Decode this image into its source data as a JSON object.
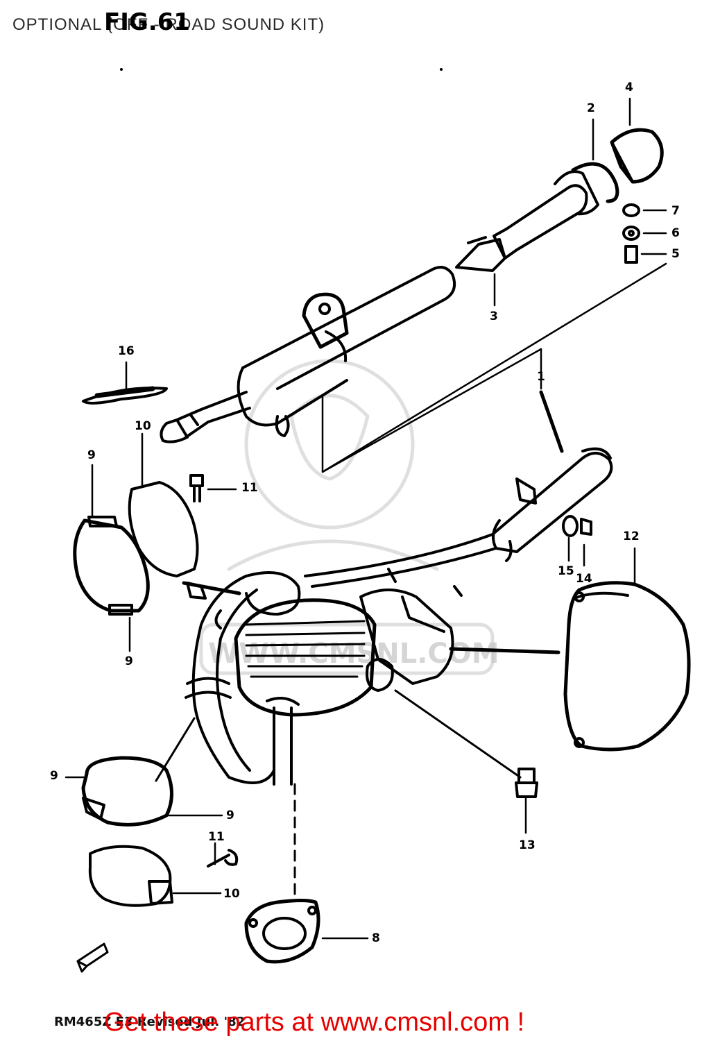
{
  "header": {
    "title": "FIG.61",
    "subtitle": "OPTIONAL (OFF - ROAD SOUND KIT)"
  },
  "callouts": {
    "c1": "1",
    "c2": "2",
    "c3": "3",
    "c4": "4",
    "c5": "5",
    "c6": "6",
    "c7": "7",
    "c8": "8",
    "c9a": "9",
    "c9b": "9",
    "c9c": "9",
    "c9d": "9",
    "c10a": "10",
    "c10b": "10",
    "c11a": "11",
    "c11b": "11",
    "c12": "12",
    "c13": "13",
    "c14": "14",
    "c15": "15",
    "c16": "16"
  },
  "watermark": {
    "text": "WWW.CMSNL.COM"
  },
  "footer": {
    "code": "RM465Z E3  Revised  Jul. '82",
    "cta": "Get these parts at www.cmsnl.com !"
  },
  "colors": {
    "ink": "#000000",
    "cta": "#e60000",
    "watermark": "#c8c8c8"
  }
}
